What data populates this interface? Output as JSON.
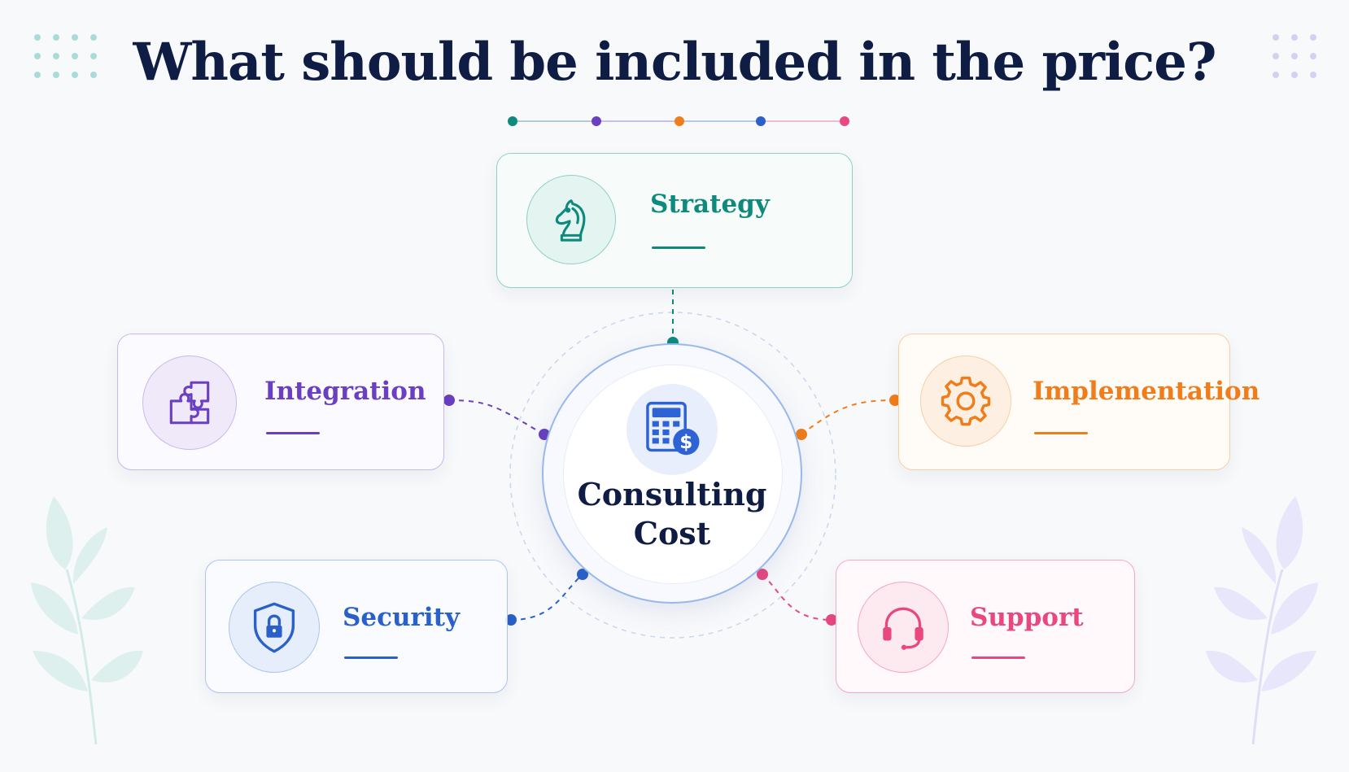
{
  "title": "What should be included in the price?",
  "hub": {
    "line1": "Consulting",
    "line2": "Cost",
    "icon": "calculator-dollar-icon",
    "accent": "#2e63d6"
  },
  "items": [
    {
      "label": "Strategy",
      "icon": "chess-knight-icon",
      "color": "#0d8a7c"
    },
    {
      "label": "Integration",
      "icon": "puzzle-icon",
      "color": "#6a3fc1"
    },
    {
      "label": "Implementation",
      "icon": "gear-icon",
      "color": "#f07d1a"
    },
    {
      "label": "Security",
      "icon": "shield-lock-icon",
      "color": "#2a60c9"
    },
    {
      "label": "Support",
      "icon": "headset-icon",
      "color": "#e8487f"
    }
  ],
  "colors": {
    "title": "#0f1d45",
    "background": "#f8f9fb"
  }
}
